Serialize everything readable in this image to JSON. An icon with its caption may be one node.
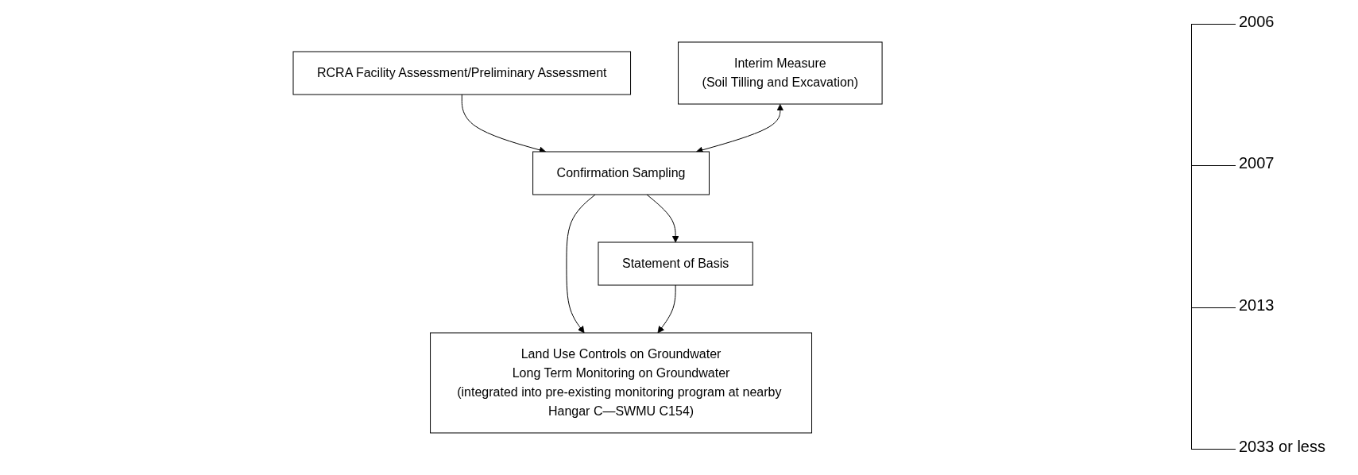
{
  "diagram": {
    "nodes": [
      {
        "text": [
          "RCRA Facility Assessment/Preliminary Assessment"
        ]
      },
      {
        "text": [
          "Interim Measure",
          "(Soil Tilling and Excavation)"
        ]
      },
      {
        "text": [
          "Confirmation Sampling"
        ]
      },
      {
        "text": [
          "Land Use Controls on Groundwater",
          "Long Term Monitoring on Groundwater",
          "(integrated into pre-existing monitoring program at nearby Hangar C—SWMU C154)"
        ]
      },
      {
        "text": [
          "Statement of Basis"
        ]
      }
    ],
    "edges": [
      {
        "from": 0,
        "to": 2,
        "arrow": "to"
      },
      {
        "from": 1,
        "to": 2,
        "arrow": "both"
      },
      {
        "from": 2,
        "to": 3,
        "arrow": "to"
      },
      {
        "from": 2,
        "to": 4,
        "arrow": "to"
      },
      {
        "from": 4,
        "to": 3,
        "arrow": "to"
      }
    ],
    "labels": [
      "2006",
      "2007",
      "2013",
      "2033 or less"
    ]
  }
}
